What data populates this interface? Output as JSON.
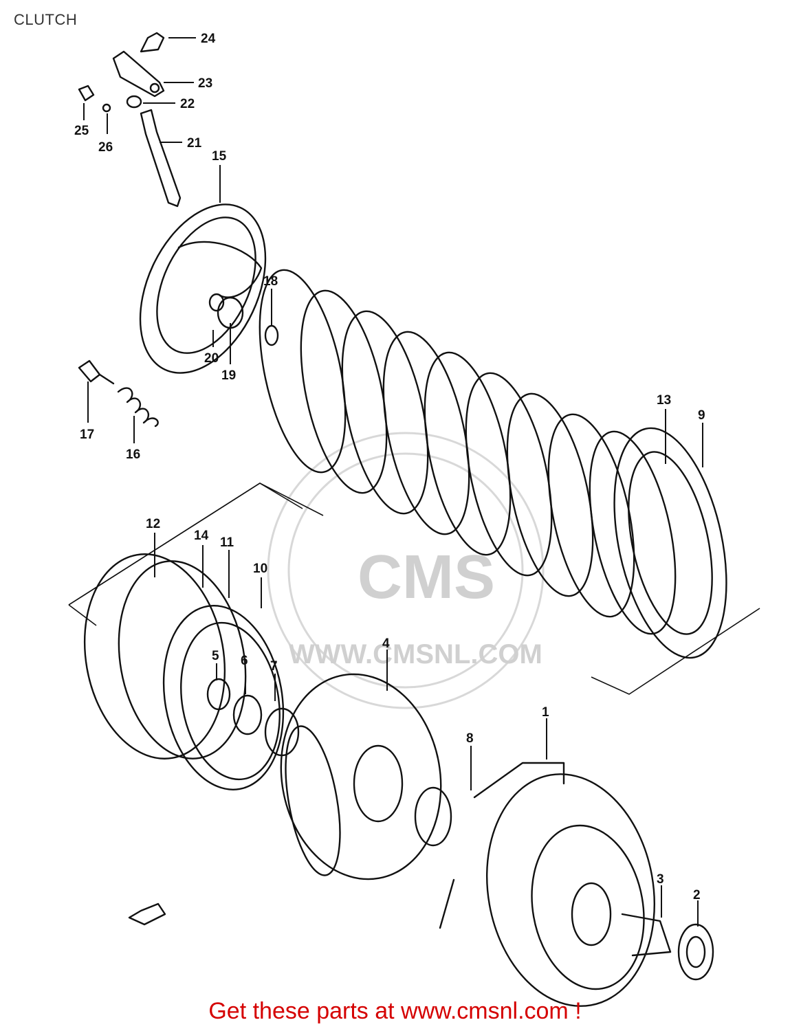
{
  "title": "CLUTCH",
  "watermark": "WWW.CMSNL.COM",
  "watermark_logo": "CMS",
  "footer": "Get these parts at www.cmsnl.com !",
  "colors": {
    "footer": "#d50000",
    "lines": "#111111",
    "watermark": "#d0d0d0"
  },
  "callouts": {
    "c1": "1",
    "c2": "2",
    "c3": "3",
    "c4": "4",
    "c5": "5",
    "c6": "6",
    "c7": "7",
    "c8": "8",
    "c9": "9",
    "c10": "10",
    "c11": "11",
    "c12": "12",
    "c13": "13",
    "c14": "14",
    "c15": "15",
    "c16": "16",
    "c17": "17",
    "c18": "18",
    "c19": "19",
    "c20": "20",
    "c21": "21",
    "c22": "22",
    "c23": "23",
    "c24": "24",
    "c25": "25",
    "c26": "26"
  }
}
